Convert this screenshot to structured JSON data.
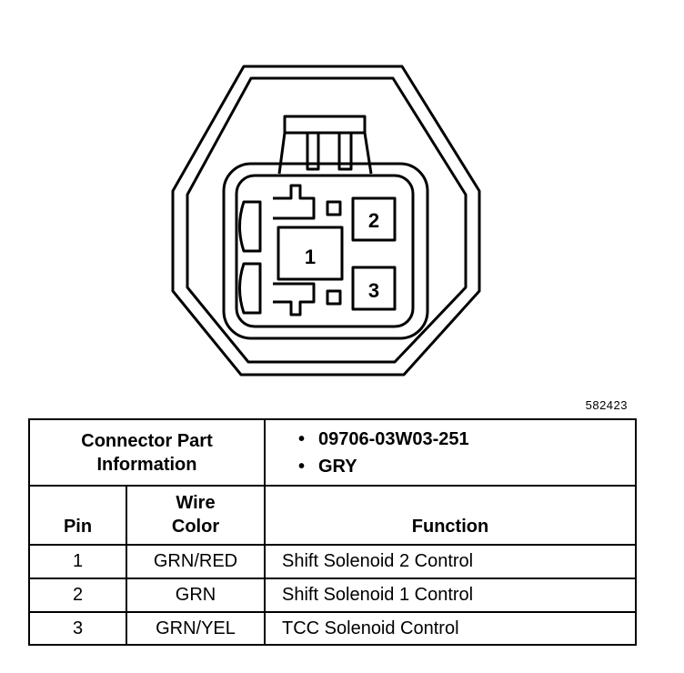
{
  "figure_number": "582423",
  "connector": {
    "pins": [
      {
        "number": "1"
      },
      {
        "number": "2"
      },
      {
        "number": "3"
      }
    ]
  },
  "table": {
    "part_info_label_line1": "Connector Part",
    "part_info_label_line2": "Information",
    "part_info_items": [
      "09706-03W03-251",
      "GRY"
    ],
    "headers": {
      "pin": "Pin",
      "wire_color_line1": "Wire",
      "wire_color_line2": "Color",
      "function": "Function"
    },
    "rows": [
      {
        "pin": "1",
        "wire_color": "GRN/RED",
        "function": "Shift Solenoid 2 Control"
      },
      {
        "pin": "2",
        "wire_color": "GRN",
        "function": "Shift Solenoid 1 Control"
      },
      {
        "pin": "3",
        "wire_color": "GRN/YEL",
        "function": "TCC Solenoid Control"
      }
    ]
  }
}
